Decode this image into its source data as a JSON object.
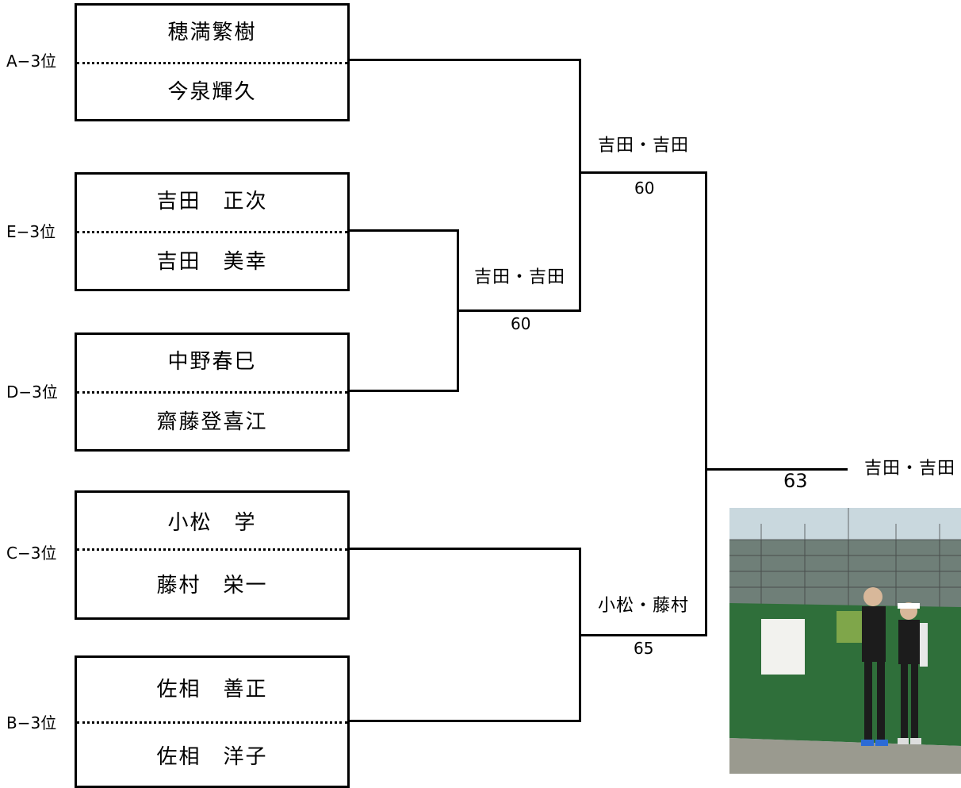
{
  "bracket": {
    "entries": [
      {
        "seed": "A−3位",
        "player1": "穂満繁樹",
        "player2": "今泉輝久"
      },
      {
        "seed": "E−3位",
        "player1": "吉田　正次",
        "player2": "吉田　美幸"
      },
      {
        "seed": "D−3位",
        "player1": "中野春巳",
        "player2": "齋藤登喜江"
      },
      {
        "seed": "C−3位",
        "player1": "小松　学",
        "player2": "藤村　栄一"
      },
      {
        "seed": "B−3位",
        "player1": "佐相　善正",
        "player2": "佐相　洋子"
      }
    ],
    "matches": {
      "round1": {
        "winner": "吉田・吉田",
        "score": "60"
      },
      "semi_top": {
        "winner": "吉田・吉田",
        "score": "60"
      },
      "semi_bottom": {
        "winner": "小松・藤村",
        "score": "65"
      },
      "final": {
        "winner": "吉田・吉田",
        "score": "63"
      }
    }
  },
  "photo": {
    "icon": "winners-photo-icon",
    "sky": "#c9d8de",
    "fence": "#2f6f3a",
    "ground": "#9a9a8f"
  }
}
